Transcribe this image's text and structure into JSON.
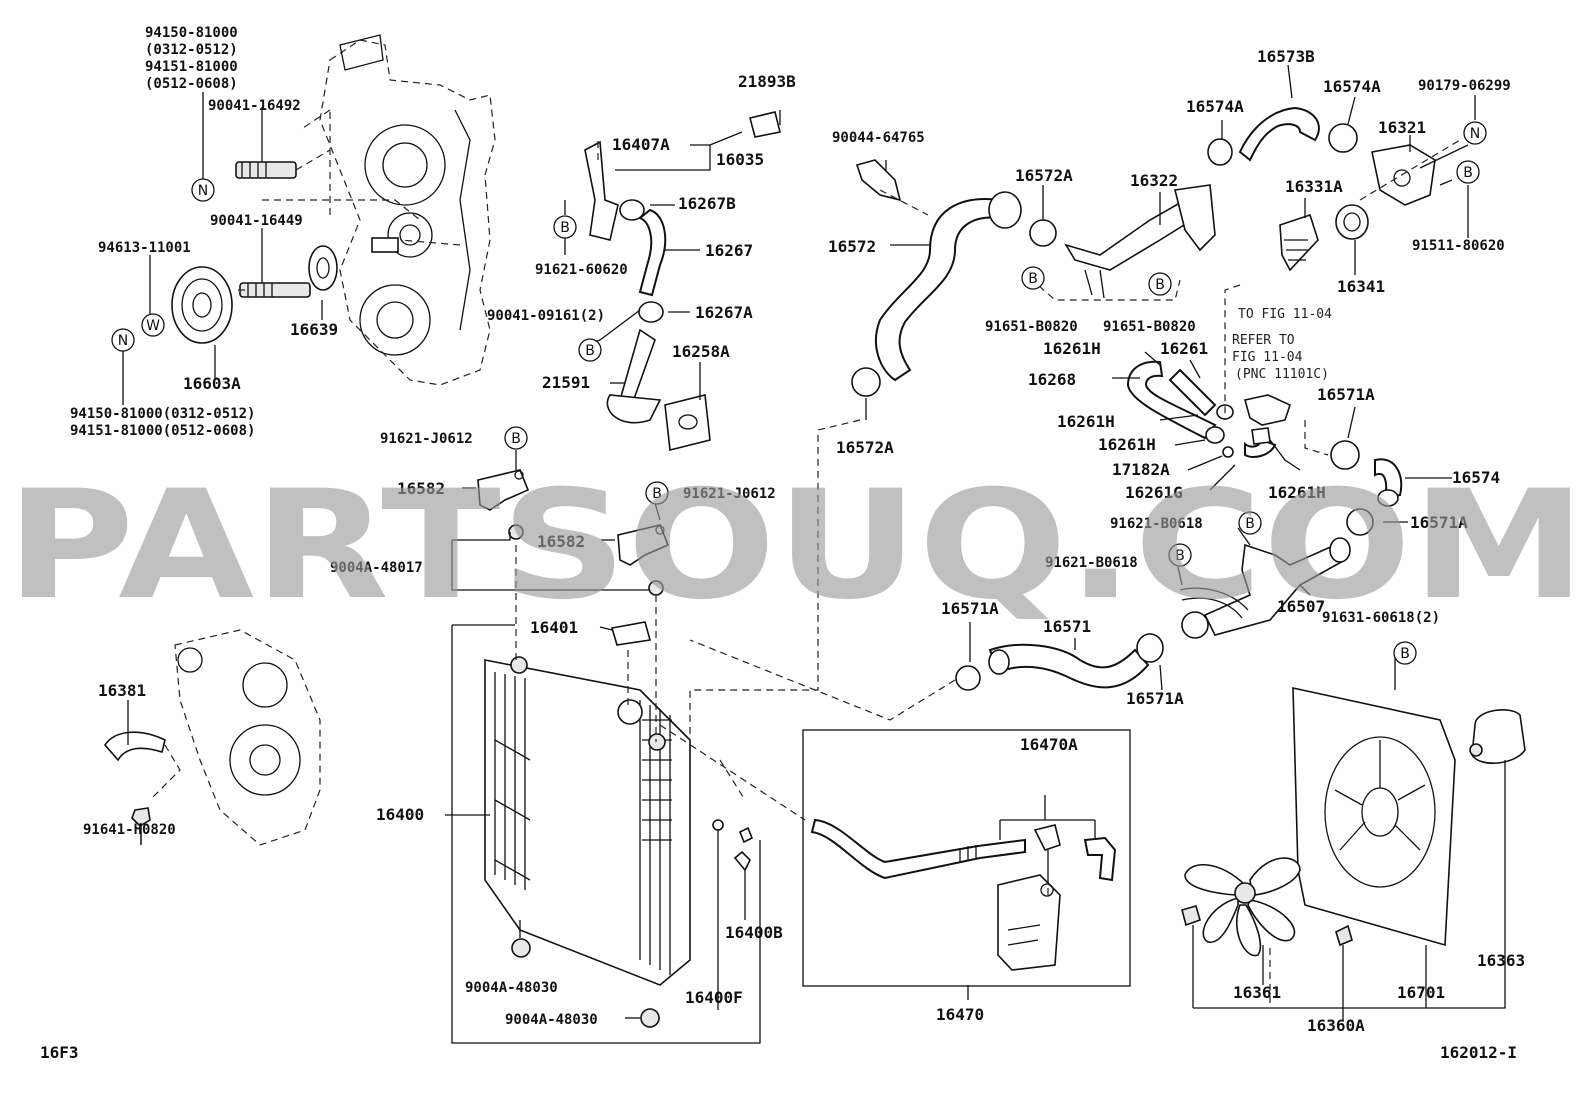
{
  "watermark": "PARTSOUQ.COM",
  "page_code": "16F3",
  "figure_id": "162012-I",
  "symbols": {
    "b": "B",
    "n": "N",
    "w": "W"
  },
  "labels": {
    "p94150": "94150-81000",
    "p94150_range": "(0312-0512)",
    "p94151": "94151-81000",
    "p94151_range": "(0512-0608)",
    "p90041_16492": "90041-16492",
    "p90041_16449": "90041-16449",
    "p94613": "94613-11001",
    "p16639": "16639",
    "p16603A": "16603A",
    "p94150_bottom": "94150-81000(0312-0512)",
    "p94151_bottom": "94151-81000(0512-0608)",
    "p21893B": "21893B",
    "p16407A": "16407A",
    "p16035": "16035",
    "p16267B": "16267B",
    "p16267": "16267",
    "p91621_60620": "91621-60620",
    "p90041_09161": "90041-09161(2)",
    "p16267A": "16267A",
    "p16258A": "16258A",
    "p21591": "21591",
    "p90044": "90044-64765",
    "p16572": "16572",
    "p16572A_top": "16572A",
    "p16572A_bottom": "16572A",
    "p16322": "16322",
    "p16573B": "16573B",
    "p16574A_left": "16574A",
    "p16574A_right": "16574A",
    "p90179": "90179-06299",
    "p16321": "16321",
    "p16331A": "16331A",
    "p16341": "16341",
    "p91511": "91511-80620",
    "p91651_a": "91651-B0820",
    "p91651_b": "91651-B0820",
    "to_fig": "TO FIG 11-04",
    "refer_to": "REFER TO",
    "fig_ref": "FIG 11-04",
    "pnc": "(PNC 11101C)",
    "p16261H_1": "16261H",
    "p16261": "16261",
    "p16268": "16268",
    "p16261H_2": "16261H",
    "p16261H_3": "16261H",
    "p17182A": "17182A",
    "p16261G": "16261G",
    "p16261H_4": "16261H",
    "p16571A_r1": "16571A",
    "p16574": "16574",
    "p16571A_r2": "16571A",
    "p91621_J0612_a": "91621-J0612",
    "p16582_a": "16582",
    "p91621_J0612_b": "91621-J0612",
    "p16582_b": "16582",
    "p9004A_48017": "9004A-48017",
    "p91621_B0618_a": "91621-B0618",
    "p91621_B0618_b": "91621-B0618",
    "p16507": "16507",
    "p16571A_mid": "16571A",
    "p16571": "16571",
    "p16571A_low": "16571A",
    "p91631": "91631-60618(2)",
    "p16401": "16401",
    "p16381": "16381",
    "p91641": "91641-H0820",
    "p16400": "16400",
    "p16470A": "16470A",
    "p16400B": "16400B",
    "p9004A_48030_a": "9004A-48030",
    "p9004A_48030_b": "9004A-48030",
    "p16400F": "16400F",
    "p16470": "16470",
    "p16361": "16361",
    "p16701": "16701",
    "p16363": "16363",
    "p16360A": "16360A"
  }
}
